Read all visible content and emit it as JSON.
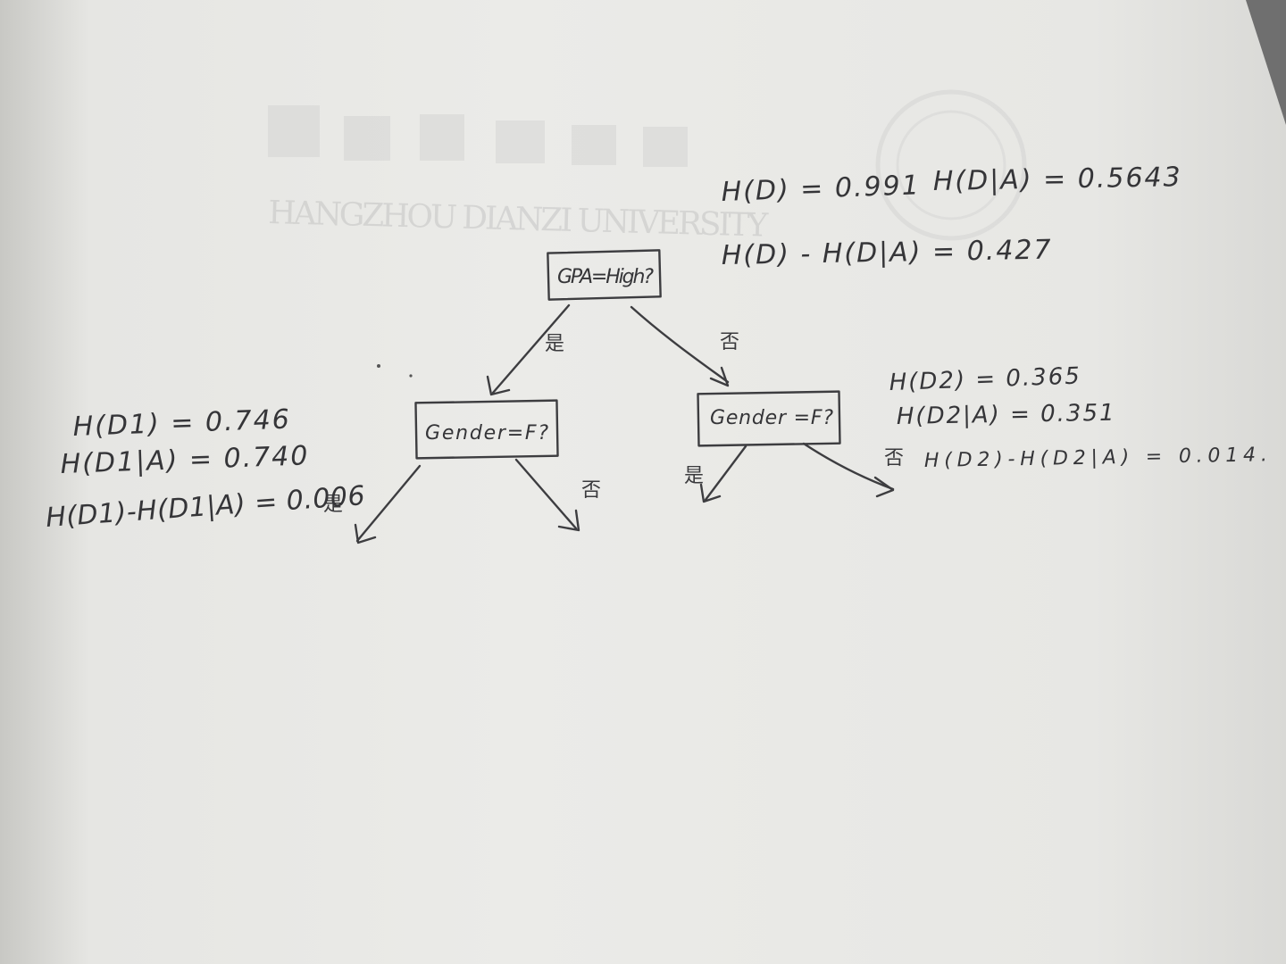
{
  "watermark": {
    "english_text": "HANGZHOU DIANZI UNIVERSITY"
  },
  "formulas": {
    "root_line1_a": "H(D) = 0.991",
    "root_line1_b": "H(D|A) = 0.5643",
    "root_line2": "H(D) - H(D|A) = 0.427",
    "left_line1": "H(D1) = 0.746",
    "left_line2": "H(D1|A) = 0.740",
    "left_line3": "H(D1)-H(D1|A) = 0.006",
    "right_line1": "H(D2) = 0.365",
    "right_line2": "H(D2|A) = 0.351",
    "right_line3": "H(D2)-H(D2|A) = 0.014."
  },
  "tree": {
    "root": {
      "label": "GPA=High?"
    },
    "left_child": {
      "label": "Gender=F?"
    },
    "right_child": {
      "label": "Gender =F?"
    },
    "edges": {
      "root_yes": "是",
      "root_no": "否",
      "left_yes": "是",
      "left_no": "否",
      "right_yes": "是",
      "right_no": "否"
    }
  },
  "colors": {
    "ink": "#3d3d40",
    "paper": "#ebebe8"
  }
}
